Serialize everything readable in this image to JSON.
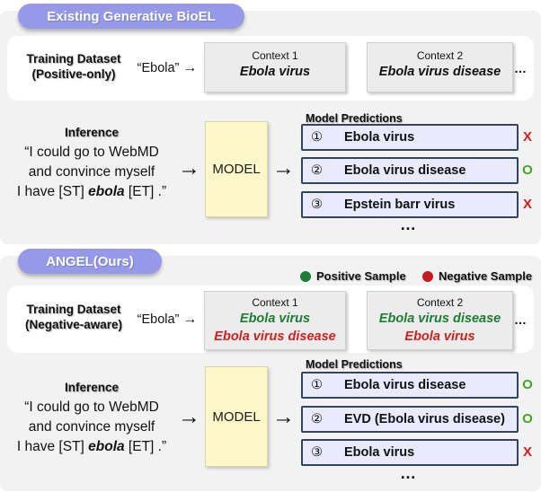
{
  "icons": {
    "arrow_right": "→",
    "ellipsis": "…"
  },
  "legend": {
    "positive_label": "Positive Sample",
    "negative_label": "Negative Sample"
  },
  "theme": {
    "badge_purple": "#9599e8",
    "section_gray": "#f2f2f2",
    "model_yellow": "#fcf8ca",
    "context_box_gray": "#ececec",
    "prediction_fill": "#e9eafb",
    "prediction_border": "#36435e",
    "positive_green": "#1e7c34",
    "mark_green": "#44a520",
    "negative_red": "#cf1f1f",
    "mark_red": "#d01c1c"
  },
  "sections": [
    {
      "badge": "Existing Generative BioEL",
      "training": {
        "title_line1": "Training Dataset",
        "title_line2": "(Positive-only)",
        "mention": "“Ebola”",
        "contexts": [
          {
            "title": "Context 1",
            "lines": [
              {
                "text": "Ebola virus",
                "polarity": "neutral"
              }
            ]
          },
          {
            "title": "Context 2",
            "lines": [
              {
                "text": "Ebola virus disease",
                "polarity": "neutral"
              }
            ]
          }
        ]
      },
      "inference": {
        "title": "Inference",
        "line1": "“I could go to WebMD",
        "line2": "and convince myself",
        "line3_prefix": "I have [ST] ",
        "line3_mention": "ebola",
        "line3_suffix": " [ET] .”"
      },
      "model_label": "MODEL",
      "predictions": {
        "label": "Model Predictions",
        "items": [
          {
            "num": "①",
            "text": "Ebola virus",
            "mark": "X",
            "mark_polarity": "negative"
          },
          {
            "num": "②",
            "text": "Ebola virus disease",
            "mark": "O",
            "mark_polarity": "positive"
          },
          {
            "num": "③",
            "text": "Epstein barr virus",
            "mark": "X",
            "mark_polarity": "negative"
          }
        ]
      }
    },
    {
      "badge": "ANGEL(Ours)",
      "training": {
        "title_line1": "Training Dataset",
        "title_line2": "(Negative-aware)",
        "mention": "“Ebola”",
        "contexts": [
          {
            "title": "Context 1",
            "lines": [
              {
                "text": "Ebola virus",
                "polarity": "positive"
              },
              {
                "text": "Ebola virus disease",
                "polarity": "negative"
              }
            ]
          },
          {
            "title": "Context 2",
            "lines": [
              {
                "text": "Ebola virus disease",
                "polarity": "positive"
              },
              {
                "text": "Ebola virus",
                "polarity": "negative"
              }
            ]
          }
        ]
      },
      "inference": {
        "title": "Inference",
        "line1": "“I could go to WebMD",
        "line2": "and convince myself",
        "line3_prefix": "I have [ST] ",
        "line3_mention": "ebola",
        "line3_suffix": " [ET] .”"
      },
      "model_label": "MODEL",
      "predictions": {
        "label": "Model Predictions",
        "items": [
          {
            "num": "①",
            "text": "Ebola virus disease",
            "mark": "O",
            "mark_polarity": "positive"
          },
          {
            "num": "②",
            "text": "EVD (Ebola virus disease)",
            "mark": "O",
            "mark_polarity": "positive"
          },
          {
            "num": "③",
            "text": "Ebola virus",
            "mark": "X",
            "mark_polarity": "negative"
          }
        ]
      }
    }
  ]
}
